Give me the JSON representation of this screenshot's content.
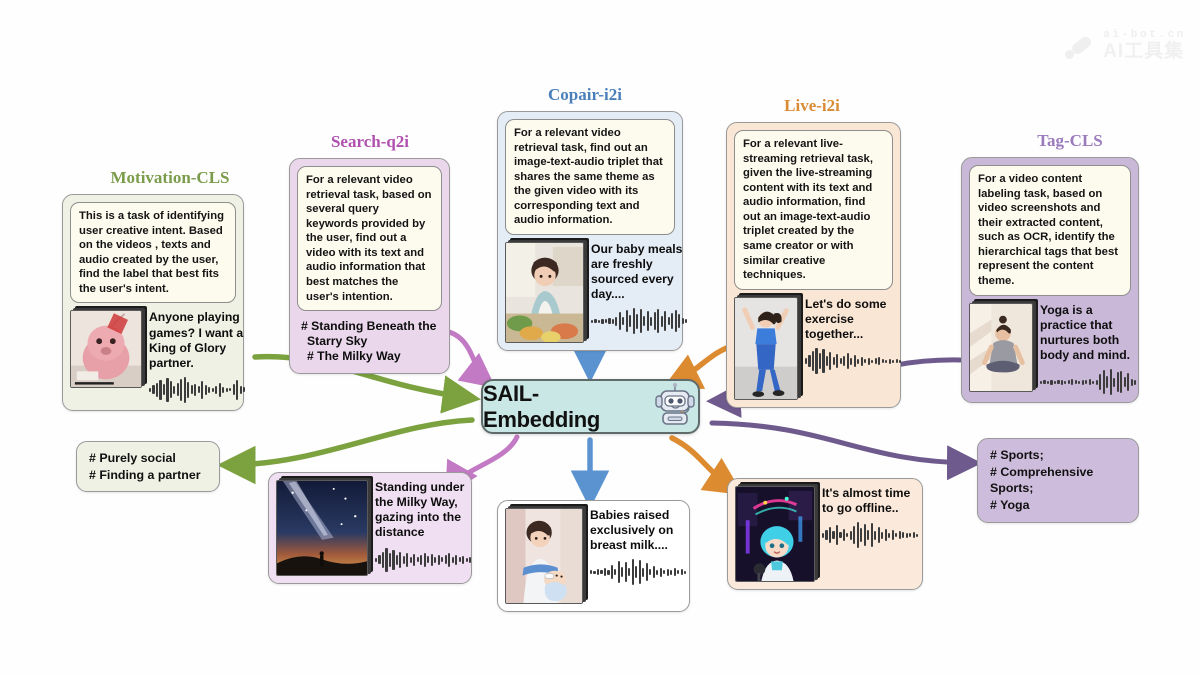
{
  "watermark": {
    "domain": "ai-bot.cn",
    "brand": "AI工具集"
  },
  "center": {
    "label": "SAIL-Embedding",
    "icon": "robot-icon",
    "bg": "#c9e7e4"
  },
  "tasks": [
    {
      "id": "motivation-cls",
      "title": "Motivation-CLS",
      "title_color": "#7b9c4b",
      "panel_bg": "#eef1e4",
      "prompt": "This is a task of identifying user creative intent. Based on the videos , texts and audio created by the user, find the label that best fits the user's intent.",
      "caption": "Anyone playing games? I want a King of Glory partner.",
      "image_alt": "pink-piggy-character-thumbnail",
      "arrow_color": "#7ba23f"
    },
    {
      "id": "search-q2i",
      "title": "Search-q2i",
      "title_color": "#b050b0",
      "panel_bg": "#ead7ec",
      "prompt": "For a relevant video retrieval task, based on several query keywords provided by the user, find out a video with its text and audio information that best matches the user's intention.",
      "caption": "# Standing Beneath the Starry Sky\n# The Milky Way",
      "image_alt": "none",
      "arrow_color": "#c27ac4"
    },
    {
      "id": "copair-i2i",
      "title": "Copair-i2i",
      "title_color": "#4a7fba",
      "panel_bg": "#e4ecf6",
      "prompt": "For a relevant video retrieval task, find out an image-text-audio triplet that shares the same theme as the given video with its corresponding text and audio information.",
      "caption": "Our baby meals are freshly sourced every day....",
      "image_alt": "woman-cooking-vegetables-thumbnail",
      "arrow_color": "#5b93d1"
    },
    {
      "id": "live-i2i",
      "title": "Live-i2i",
      "title_color": "#d98b34",
      "panel_bg": "#fae6d5",
      "prompt": "For a relevant live-streaming retrieval task, given the live-streaming content with its text and audio information, find out an image-text-audio triplet created by the same creator or with similar creative techniques.",
      "caption": "Let's do some exercise together...",
      "image_alt": "woman-exercising-thumbnail",
      "arrow_color": "#dd8b31"
    },
    {
      "id": "tag-cls",
      "title": "Tag-CLS",
      "title_color": "#9b7bbd",
      "panel_bg": "#c9b8d8",
      "prompt": "For a video content labeling task, based on video screenshots and their extracted content, such as OCR, identify the hierarchical tags that best represent the content theme.",
      "caption": "Yoga is a practice that nurtures both body and mind.",
      "image_alt": "person-meditating-yoga-thumbnail",
      "arrow_color": "#6f5a8e"
    }
  ],
  "outputs": [
    {
      "id": "motivation-output",
      "bg": "#eef1e4",
      "text": "# Purely social\n# Finding a partner",
      "kind": "tags"
    },
    {
      "id": "search-output",
      "bg": "#f0dff2",
      "caption": "Standing under the Milky Way, gazing into the distance",
      "image_alt": "milky-way-night-sky-thumbnail",
      "kind": "media"
    },
    {
      "id": "copair-output",
      "bg": "#ffffff",
      "caption": "Babies raised exclusively on breast milk....",
      "image_alt": "mother-feeding-baby-thumbnail",
      "kind": "media"
    },
    {
      "id": "live-output",
      "bg": "#fbeadb",
      "caption": "It's almost time to go offline..",
      "image_alt": "anime-streamer-neon-room-thumbnail",
      "kind": "media"
    },
    {
      "id": "tag-output",
      "bg": "#cdbcdb",
      "text": "# Sports;\n# Comprehensive Sports;\n# Yoga",
      "kind": "tags"
    }
  ]
}
